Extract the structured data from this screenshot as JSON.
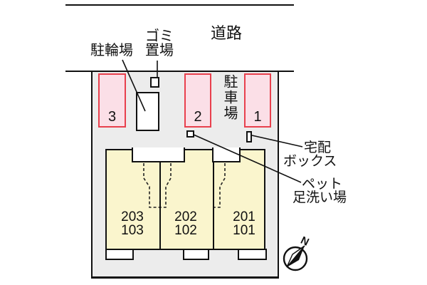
{
  "road": {
    "label": "道路"
  },
  "annotations": {
    "bicycle": {
      "label": "駐輪場"
    },
    "garbage": {
      "line1": "ゴミ",
      "line2": "置場"
    },
    "parking_lot": {
      "label": "駐車場"
    },
    "delivery": {
      "line1": "宅配",
      "line2": "ボックス"
    },
    "pet_wash": {
      "line1": "ペット",
      "line2": "足洗い場"
    }
  },
  "parking_spaces": [
    {
      "number": "3"
    },
    {
      "number": "2"
    },
    {
      "number": "1"
    }
  ],
  "units": [
    {
      "upper": "203",
      "lower": "103"
    },
    {
      "upper": "202",
      "lower": "102"
    },
    {
      "upper": "201",
      "lower": "101"
    }
  ],
  "compass": {
    "north": "N"
  },
  "colors": {
    "site_fill": "#ececec",
    "parking_space_fill": "#fbdfe7",
    "parking_space_border": "#e8404d",
    "building_fill": "#faf5cd",
    "line": "#111111"
  }
}
